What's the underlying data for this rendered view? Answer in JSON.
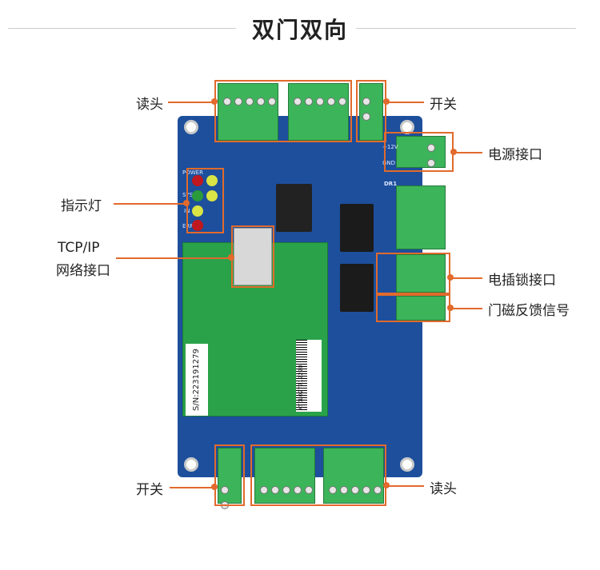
{
  "title": "双门双向",
  "labels": {
    "reader_top": "读头",
    "switch_top": "开关",
    "power": "电源接口",
    "indicator": "指示灯",
    "tcp_line1": "TCP/IP",
    "tcp_line2": "网络接口",
    "lock": "电插锁接口",
    "door_sensor": "门磁反馈信号",
    "switch_bottom": "开关",
    "reader_bottom": "读头"
  },
  "board": {
    "serial": "S/N:223191279",
    "barcode": "KT0L02T712220",
    "v12": "+12V",
    "gnd": "GND",
    "dr1": "DR1",
    "led_power": "POWER",
    "led_sys": "SYS",
    "led_in": "IN",
    "led_err": "ERR"
  },
  "colors": {
    "accent": "#e26a2c",
    "board": "#1d4f9c",
    "pcb": "#2aa24a"
  }
}
